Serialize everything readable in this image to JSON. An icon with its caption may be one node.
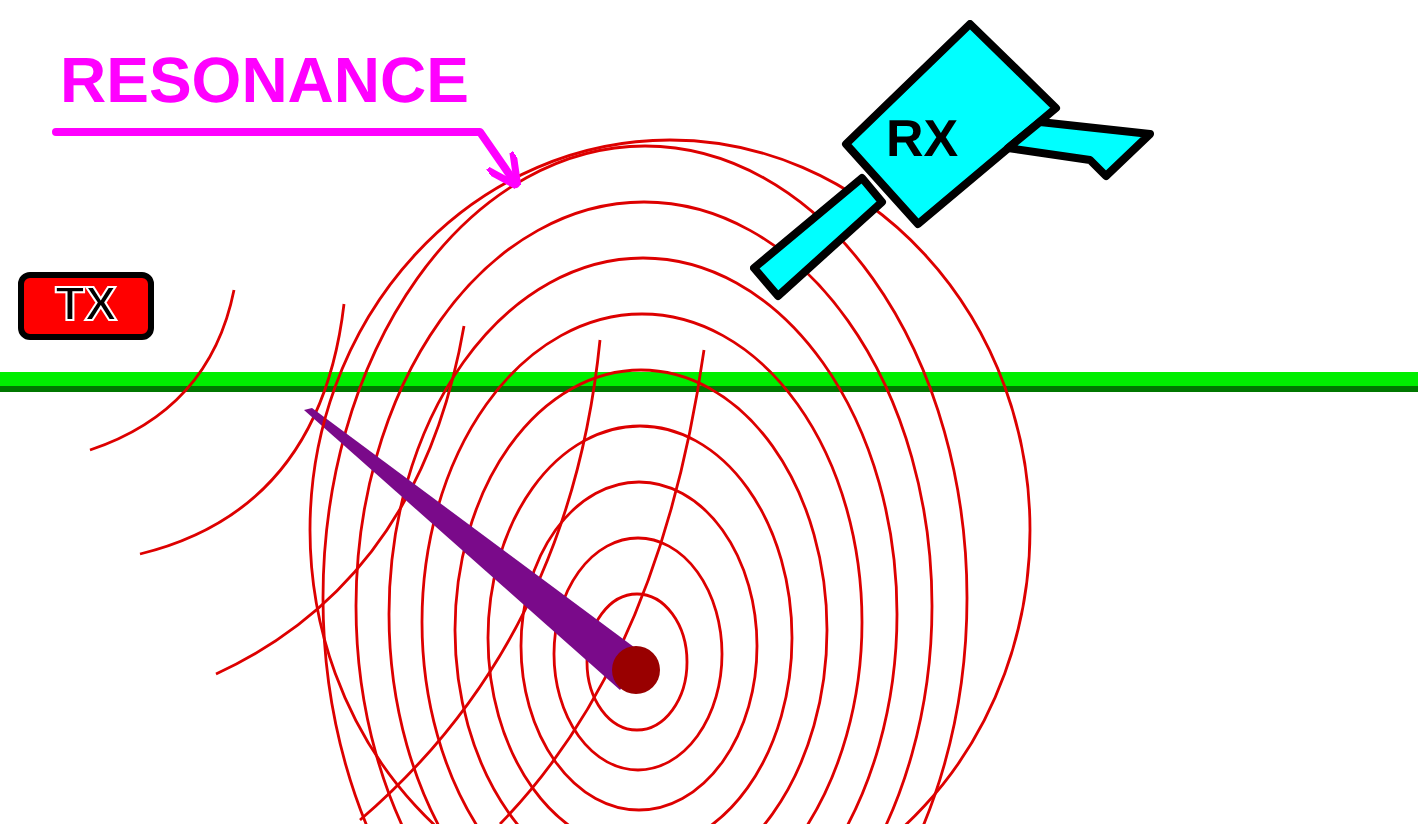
{
  "diagram": {
    "nodes": [
      {
        "text": [
          "RESONANCE"
        ]
      },
      {
        "text": [
          "TX"
        ]
      },
      {
        "text": [
          "RX"
        ]
      },
      {
        "text": [],
        "shape": "circle"
      }
    ],
    "edges": [
      {
        "from": 0,
        "to": 3,
        "arrow": "to"
      }
    ]
  }
}
